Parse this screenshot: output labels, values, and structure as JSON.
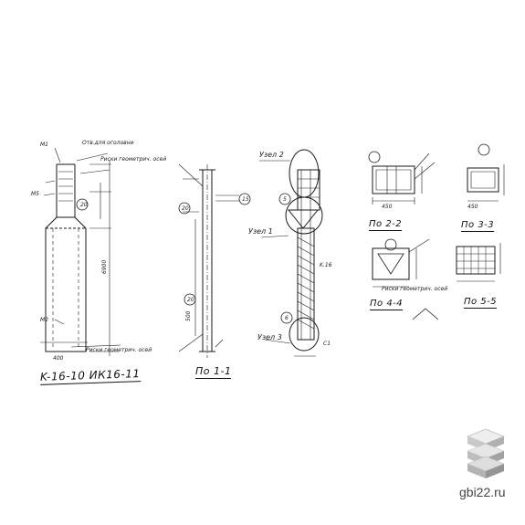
{
  "drawing": {
    "main_caption": "K-16-10 ИК16-11",
    "view_a_caption": "По 1-1",
    "section_2": "По 2-2",
    "section_3": "По 3-3",
    "section_4": "По 4-4",
    "section_5": "По 5-5",
    "node_top": "Узел 2",
    "node_mid": "Узел 1",
    "node_bottom": "Узел 3",
    "note_top": "Отв.для оголовни",
    "note_axes_top": "Риски геометрич. осей",
    "note_axes_bottom": "Риски геометрич. осей",
    "note_axes_right": "Риски геометрич. осей",
    "dim_height": "6900",
    "dim_width_1": "400",
    "dim_width_2": "450",
    "dim_width_3": "450",
    "dim_small": "500",
    "label_m1": "M1",
    "label_m2": "M2",
    "label_m5": "M5",
    "label_c1": "C1",
    "label_kk": "K.16",
    "circ_5": "5",
    "circ_6": "6",
    "circ_15": "15",
    "circ_20": "20"
  },
  "site": {
    "url": "gbi22.ru"
  },
  "colors": {
    "ink": "#1a1a1a",
    "logo_light": "#e4e4e4",
    "logo_dark": "#9a9a9a"
  }
}
